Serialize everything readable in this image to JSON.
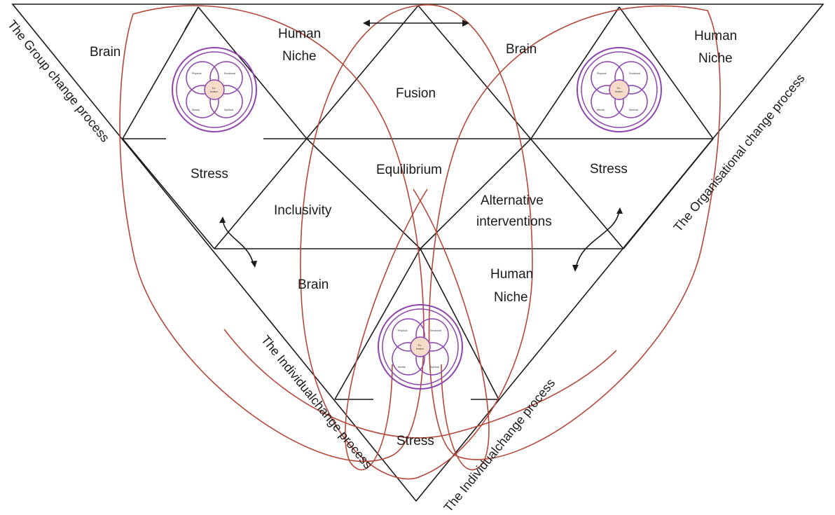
{
  "labels": {
    "brain": "Brain",
    "human": "Human",
    "niche": "Niche",
    "fusion": "Fusion",
    "stress": "Stress",
    "equilibrium": "Equilibrium",
    "inclusivity": "Inclusivity",
    "alternative": "Alternative",
    "interventions": "interventions"
  },
  "sides": {
    "group": "The Group change process",
    "organisational": "The Organisational change process",
    "individual_left": "The Individualchange process",
    "individual_right": "The Individualchange process"
  },
  "wellness": {
    "physical": "Physical",
    "emotional": "Emotional",
    "mental": "Mental",
    "spiritual": "Spiritual",
    "center_top": "Ex-",
    "center_bottom": "tension"
  },
  "colors": {
    "line": "#1a1a1a",
    "loop": "#b5473a",
    "wellness_circle": "#8e44ad",
    "wellness_fill": "#f6dcc8"
  }
}
